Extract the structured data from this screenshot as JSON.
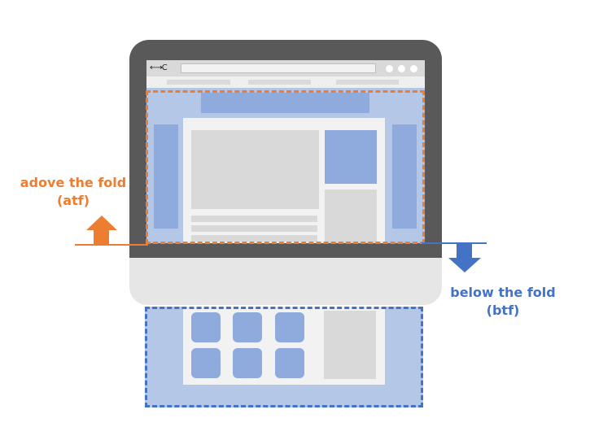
{
  "labels": {
    "atf_line1": "adove the fold",
    "atf_line2": "(atf)",
    "btf_line1": "below the fold",
    "btf_line2": "(btf)"
  },
  "browser": {
    "nav_glyphs": "←→C"
  },
  "colors": {
    "atf_accent": "#ed7d31",
    "btf_accent": "#4472c4",
    "page_fill": "#b4c7e7",
    "block_fill": "#8faadc",
    "monitor_bezel": "#595959",
    "placeholder_grey": "#d9d9d9"
  },
  "icons": [
    "back-arrow-icon",
    "forward-arrow-icon",
    "reload-icon",
    "up-arrow-icon",
    "down-arrow-icon"
  ]
}
